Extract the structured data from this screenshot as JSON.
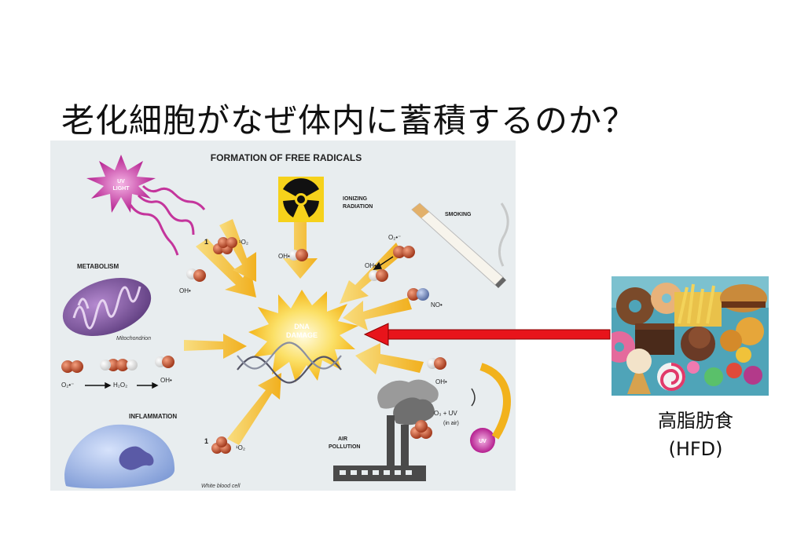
{
  "slide": {
    "title": "老化細胞がなぜ体内に蓄積するのか？"
  },
  "figure": {
    "heading": "FORMATION OF FREE RADICALS",
    "center_label_line1": "DNA",
    "center_label_line2": "DAMAGE",
    "sources": {
      "uv_light_line1": "UV",
      "uv_light_line2": "LIGHT",
      "ionizing_line1": "IONIZING",
      "ionizing_line2": "RADIATION",
      "smoking": "SMOKING",
      "metabolism": "METABOLISM",
      "mitochondrion": "Mitochondrion",
      "inflammation": "INFLAMMATION",
      "white_blood_cell": "White blood cell",
      "air_pollution_line1": "AIR",
      "air_pollution_line2": "POLLUTION",
      "uv_small": "UV"
    },
    "molecules": {
      "singlet_oxygen": "¹O₂",
      "hydroxyl": "OH•",
      "superoxide": "O₂•⁻",
      "nitric_oxide": "NO•",
      "peroxide": "H₂O₂",
      "ozone_reaction": "O₃ + UV",
      "in_air": "(in air)",
      "one_a": "1",
      "one_b": "1"
    },
    "colors": {
      "background": "#e9eef0",
      "burst": "#f7c21a",
      "arrow": "#f3b41c",
      "oxygen_atom": "#c8502f",
      "uv_star": "#c4359c",
      "mito": "#7a4f9a",
      "cell": "#9fb6e6"
    }
  },
  "food_panel": {
    "caption_line1": "高脂肪食",
    "caption_line2": "(HFD)",
    "arrow_color": "#e8141b"
  }
}
